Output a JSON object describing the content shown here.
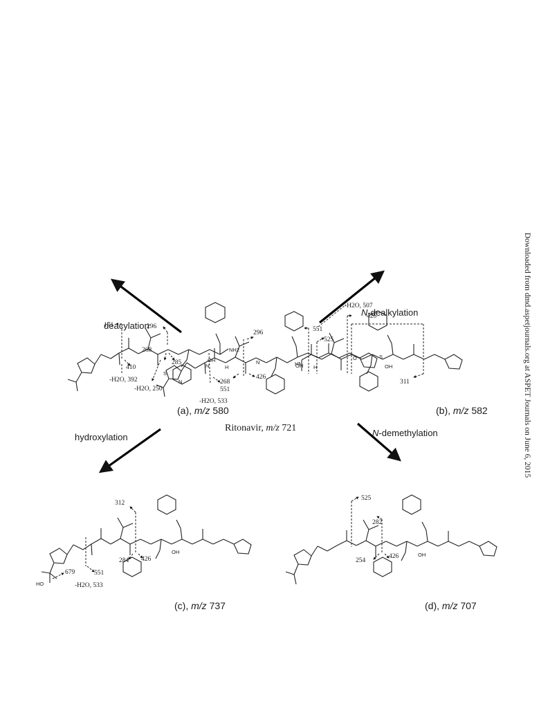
{
  "watermark": "Downloaded from dmd.aspetjournals.org at ASPET Journals on June 6, 2015",
  "center": {
    "caption_name": "Ritonavir,",
    "caption_mz": "m/z",
    "caption_value": "721",
    "frags": [
      "296",
      "268",
      "426",
      "551",
      "-H2O, 533"
    ]
  },
  "panel_a": {
    "label": "(a),",
    "mz": "m/z",
    "value": "580",
    "frags": [
      "296",
      "171",
      "268",
      "285",
      "410",
      "-H2O, 392",
      "-H2O, 250"
    ],
    "atoms": [
      "NH2",
      "OH"
    ]
  },
  "panel_b": {
    "label": "(b),",
    "mz": "m/z",
    "value": "582",
    "frags": [
      "-H2O, 507",
      "426",
      "551",
      "525",
      "311"
    ],
    "atoms": [
      "HN",
      "OH"
    ]
  },
  "panel_c": {
    "label": "(c),",
    "mz": "m/z",
    "value": "737",
    "frags": [
      "312",
      "679",
      "284",
      "426",
      "551",
      "-H2O, 533"
    ],
    "atoms": [
      "HO",
      "OH"
    ]
  },
  "panel_d": {
    "label": "(d),",
    "mz": "m/z",
    "value": "707",
    "frags": [
      "525",
      "282",
      "426",
      "254"
    ],
    "atoms": [
      "OH"
    ]
  },
  "arrows": {
    "deacylation": "deacylation",
    "n_dealkylation_prefix": "N",
    "n_dealkylation": "-dealkylation",
    "hydroxylation": "hydroxylation",
    "n_demethylation_prefix": "N",
    "n_demethylation": "-demethylation"
  }
}
